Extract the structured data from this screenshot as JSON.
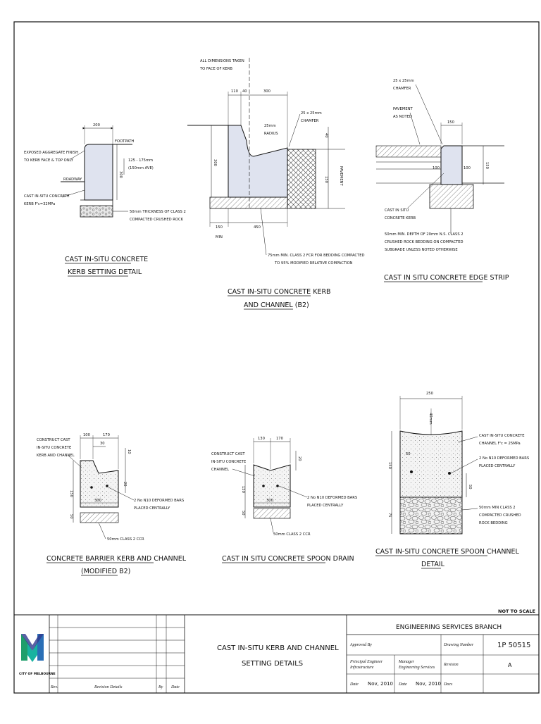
{
  "d1": {
    "title1": "CAST IN-SITU CONCRETE",
    "title2": "KERB SETTING DETAIL",
    "dim_200": "200",
    "dim_300": "300",
    "footpath": "FOOTPATH",
    "roadway": "ROADWAY",
    "n1a": "EXPOSED AGGREGATE FINISH",
    "n1b": "TO KERB FACE & TOP ONLY",
    "n2a": "125 - 175mm",
    "n2b": "(150mm AVE)",
    "n3a": "CAST IN-SITU CONCRETE",
    "n3b": "KERB F'c=32MPa",
    "n4a": "50mm THICKNESS OF CLASS 2",
    "n4b": "COMPACTED CRUSHED ROCK"
  },
  "d2": {
    "title1": "CAST IN-SITU CONCRETE KERB",
    "title2": "AND CHANNEL (B2)",
    "n1a": "ALL DIMENSIONS TAKEN",
    "n1b": "TO FACE OF KERB",
    "dim_110": "110",
    "dim_40": "40",
    "dim_300": "300",
    "n2a": "25 x 25mm",
    "n2b": "CHAMFER",
    "n3a": "25mm",
    "n3b": "RADIUS",
    "dim_300v": "300",
    "dim_40v": "40",
    "dim_150v": "150",
    "pavement": "PAVEMENT",
    "dim_150": "150",
    "min": "MIN",
    "dim_450": "450",
    "n4a": "75mm MIN. CLASS 2 FCR FOR BEDDING COMPACTED",
    "n4b": "TO 95% MODIFIED RELATIVE COMPACTION"
  },
  "d3": {
    "title": "CAST IN SITU CONCRETE EDGE STRIP",
    "n1a": "25 x 25mm",
    "n1b": "CHAMFER",
    "n2a": "PAVEMENT",
    "n2b": "AS NOTED",
    "dim_150": "150",
    "dim_100a": "100",
    "dim_100b": "100",
    "dim_150v": "150",
    "n3a": "CAST IN SITU",
    "n3b": "CONCRETE KERB",
    "n4a": "50mm MIN. DEPTH OF 20mm N.S. CLASS 2",
    "n4b": "CRUSHED ROCK BEDDING ON COMPACTED",
    "n4c": "SUBGRADE UNLESS NOTED OTHERWISE"
  },
  "d4": {
    "title1": "CONCRETE BARRIER KERB AND CHANNEL",
    "title2": "(MODIFIED B2)",
    "dim_100": "100",
    "dim_170": "170",
    "dim_30": "30",
    "dim_10": "10",
    "dim_20": "20",
    "dim_150": "150",
    "dim_50": "50",
    "dim_300": "300",
    "n1a": "CONSTRUCT CAST",
    "n1b": "IN-SITU CONCRETE",
    "n1c": "KERB AND CHANNEL",
    "n2a": "2 No N10 DEFORMED BARS",
    "n2b": "PLACED CENTRALLY",
    "n3": "50mm CLASS 2 CCR"
  },
  "d5": {
    "title": "CAST IN SITU CONCRETE SPOON DRAIN",
    "dim_130": "130",
    "dim_170": "170",
    "dim_20": "20",
    "dim_150": "150",
    "dim_50": "50",
    "dim_300": "300",
    "n1a": "CONSTRUCT CAST",
    "n1b": "IN-SITU CONCRETE",
    "n1c": "CHANNEL",
    "n2a": "2 No N10 DEFORMED BARS",
    "n2b": "PLACED CENTRALLY",
    "n3": "50mm CLASS 2 CCR"
  },
  "d6": {
    "title1": "CAST IN-SITU CONCRETE SPOON CHANNEL",
    "title2": "DETAIL",
    "dim_250": "250",
    "dim_40": "40mm",
    "dim_150v": "150",
    "dim_75v": "75",
    "dim_50a": "50",
    "dim_50b": "50",
    "n1a": "CAST IN-SITU CONCRETE",
    "n1b": "CHANNEL F'c = 25MPa",
    "n2a": "2 No N10 DEFORMED BARS",
    "n2b": "PLACED CENTRALLY",
    "n3a": "50mm MIN CLASS 2",
    "n3b": "COMPACTED CRUSHED",
    "n3c": "ROCK BEDDING"
  },
  "not_to_scale": "NOT TO SCALE",
  "title_block": {
    "logo_text": "CITY OF MELBOURNE",
    "rev_label": "Rev.",
    "revision_details_label": "Revision Details",
    "by_label": "By",
    "date_label": "Date",
    "drawing_title1": "CAST IN-SITU KERB AND CHANNEL",
    "drawing_title2": "SETTING DETAILS",
    "branch": "ENGINEERING SERVICES BRANCH",
    "approved_by": "Approved By",
    "drawing_number_label": "Drawing Number",
    "drawing_number": "1P 50515",
    "principal_a": "Principal Engineer",
    "principal_b": "Infrastructure",
    "manager_a": "Manager",
    "manager_b": "Engineering Services",
    "revision_label": "Revision",
    "revision": "A",
    "date1_label": "Date",
    "date1": "Nov, 2010",
    "date2_label": "Date",
    "date2": "Nov, 2010",
    "docs_label": "Docs"
  },
  "colors": {
    "concrete": "#dfe3ef",
    "ink": "#111111",
    "logo_green": "#1f9e6b",
    "logo_blue": "#2a6fb6",
    "logo_teal": "#18b3a0"
  }
}
